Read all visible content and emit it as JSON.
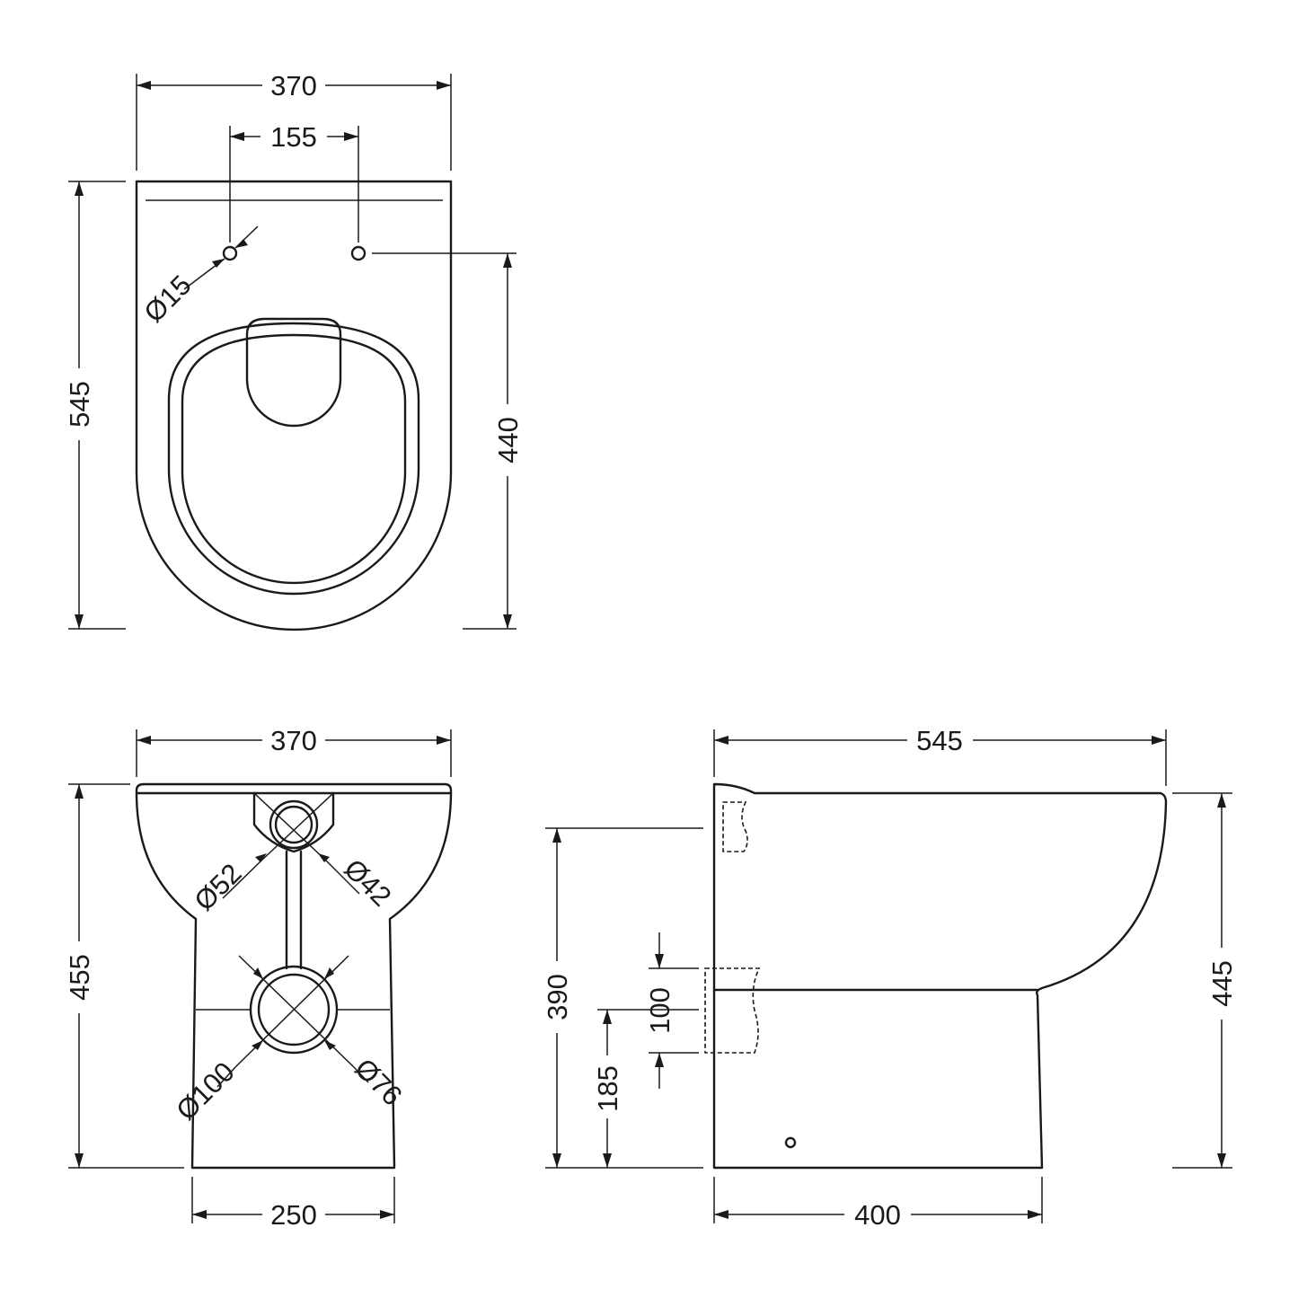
{
  "colors": {
    "line": "#1a1a1a",
    "background": "#ffffff"
  },
  "views": {
    "top": {
      "width": "370",
      "fixing_centres": "155",
      "fixing_hole_dia": "Ø15",
      "depth": "545",
      "hole_to_front": "440"
    },
    "front": {
      "width": "370",
      "height": "455",
      "base_width": "250",
      "inlet_outer_dia": "Ø52",
      "inlet_inner_dia": "Ø42",
      "outlet_outer_dia": "Ø100",
      "outlet_inner_dia": "Ø76"
    },
    "side": {
      "depth": "545",
      "height": "445",
      "inlet_height": "390",
      "outlet_size": "100",
      "outlet_height": "185",
      "base_depth": "400"
    }
  }
}
